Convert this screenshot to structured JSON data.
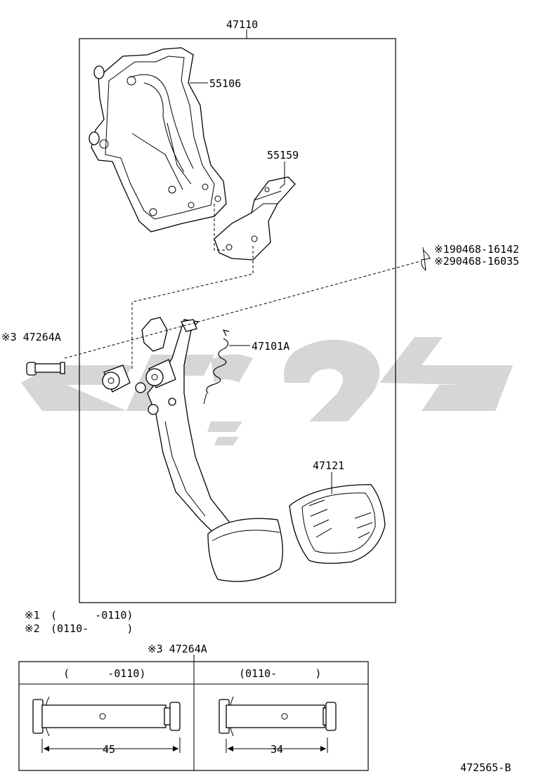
{
  "labels": {
    "assembly": "47110",
    "bracket": "55106",
    "support": "55159",
    "clip_line1": "※190468-16142",
    "clip_line2": "※290468-16035",
    "pin": "※3 47264A",
    "spring": "47101A",
    "pad": "47121"
  },
  "notes": {
    "note1_mark": "※1",
    "note1_range": "(      -0110)",
    "note2_mark": "※2",
    "note2_range": "(0110-      )"
  },
  "detail": {
    "title": "※3 47264A",
    "col1_header": "(      -0110)",
    "col2_header": "(0110-      )",
    "col1_dim": "45",
    "col2_dim": "34"
  },
  "diagram_id": "472565-B",
  "watermark": {
    "color": "#d6d6d6"
  }
}
